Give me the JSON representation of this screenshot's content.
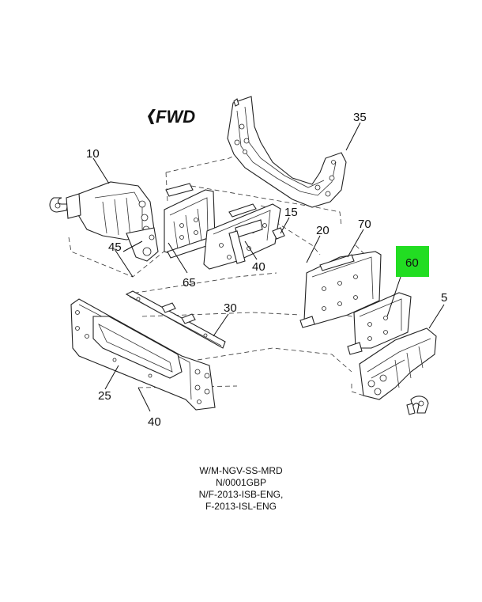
{
  "diagram": {
    "direction_label": "FWD",
    "highlight_color": "#22dd22",
    "callouts": {
      "c35": "35",
      "c10": "10",
      "c15": "15",
      "c20": "20",
      "c70": "70",
      "c60": "60",
      "c45": "45",
      "c40a": "40",
      "c65": "65",
      "c5": "5",
      "c30": "30",
      "c25": "25",
      "c40b": "40"
    }
  },
  "notes": {
    "line1": "W/M-NGV-SS-MRD",
    "line2": "N/0001GBP",
    "line3": "N/F-2013-ISB-ENG,",
    "line4": "F-2013-ISL-ENG"
  }
}
